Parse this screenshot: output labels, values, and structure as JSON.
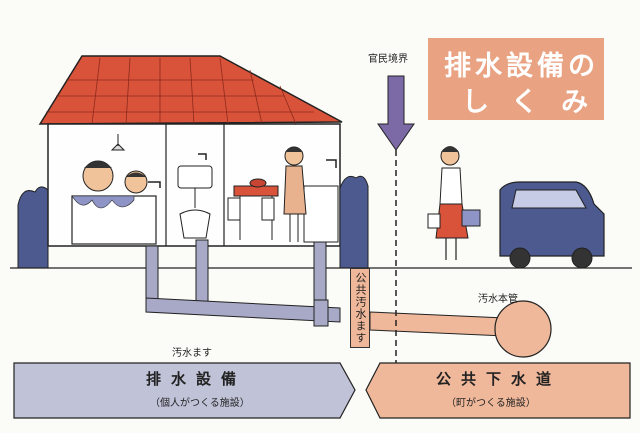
{
  "title": {
    "line1": "排水設備の",
    "line2": "しくみ"
  },
  "labels": {
    "boundary": "官民境界",
    "public_inlet": "公共汚水ます",
    "sewer_main": "汚水本管",
    "private_inlet": "汚水ます"
  },
  "banners": {
    "left": {
      "main": "排水設備",
      "sub": "（個人がつくる施設）"
    },
    "right": {
      "main": "公共下水道",
      "sub": "（町がつくる施設）"
    }
  },
  "colors": {
    "roof": "#d9533b",
    "pipe": "#a7a9c7",
    "sewer": "#f0b89a",
    "left_banner": "#c0c2d8",
    "right_banner": "#f0b89a",
    "boundary_arrow": "#7b6aa6",
    "title_bg": "#e9a382"
  }
}
